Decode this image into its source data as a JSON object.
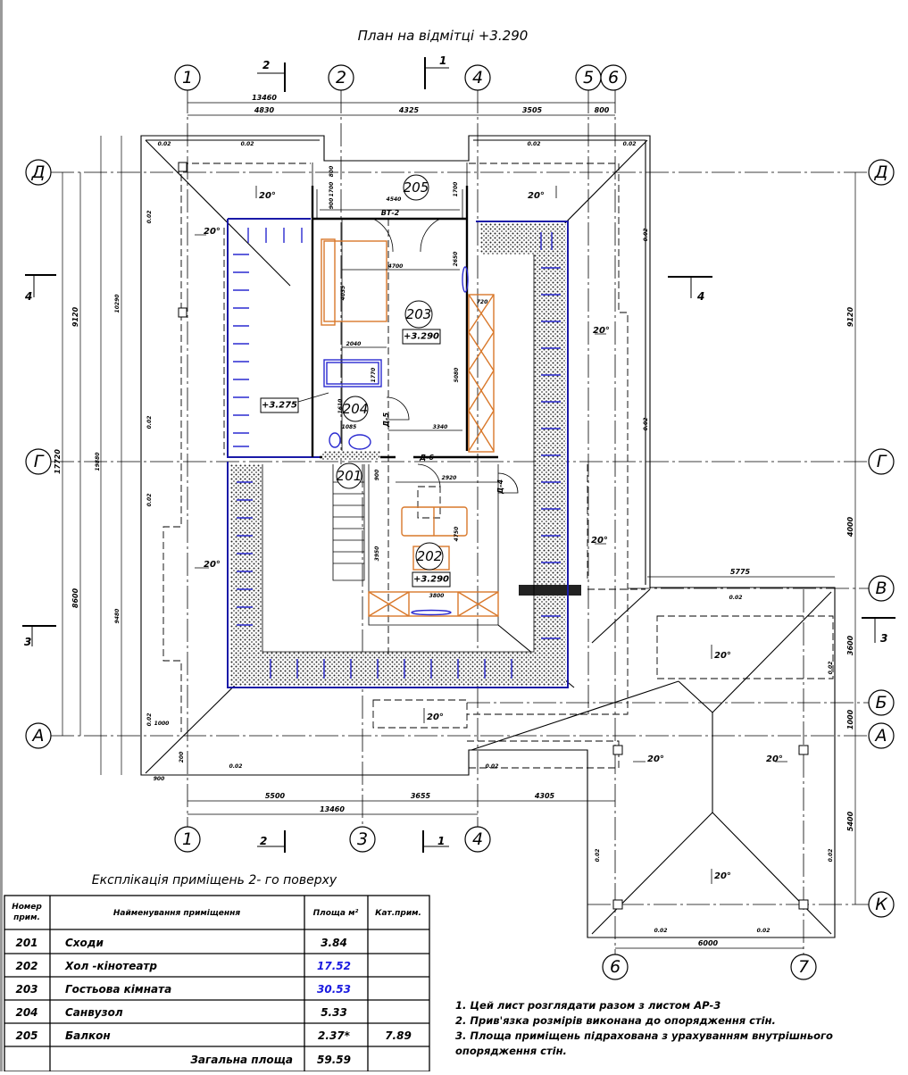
{
  "title": "План на відмітці +3.290",
  "axes": {
    "v1": "1",
    "v2": "2",
    "v3": "3",
    "v4": "4",
    "v5": "5",
    "v6": "6",
    "v7": "7",
    "hD": "Д",
    "hG": "Г",
    "hV": "В",
    "hB": "Б",
    "hA": "А",
    "hK": "К"
  },
  "sections": {
    "s1": "1",
    "s2": "2",
    "s3": "3",
    "s4": "4"
  },
  "dims": {
    "top_total": "13460",
    "top_1_2": "4830",
    "top_2_4": "4325",
    "top_4_5": "3505",
    "top_5_6": "800",
    "bot_total": "13460",
    "bot_1_3": "5500",
    "bot_3_4": "3655",
    "bot_4_6": "4305",
    "left_D_G": "9120",
    "left_G_A": "8600",
    "left_total": "17720",
    "left_outer_top": "10290",
    "left_outer_total": "19880",
    "left_outer_bot": "9480",
    "left_1000": "1000",
    "left_900": "900",
    "left_200": "200",
    "right_D_G": "9120",
    "right_G_V": "4000",
    "right_V_B": "3600",
    "right_B_A": "1000",
    "right_A_K": "5400",
    "ext_top": "5775",
    "ext_bot": "6000",
    "balcony_w": "4540",
    "balcony_h1": "1700",
    "balcony_h2": "1700",
    "balcony_s1": "800",
    "balcony_s2": "900",
    "r203_w": "4700",
    "r203_bed": "4035",
    "r203_2650": "2650",
    "r203_720": "720",
    "r203_2040": "2040",
    "r203_5080": "5080",
    "r203_3340": "3340",
    "r204_1770": "1770",
    "r204_1085": "1085",
    "r204_1610": "1610",
    "r201_900": "900",
    "r202_2920": "2920",
    "r202_3950": "3950",
    "r202_4750": "4750",
    "r202_3800": "3800"
  },
  "doors": {
    "bt2": "ВТ-2",
    "d5": "Д-5",
    "d6": "Д-6",
    "d4": "Д-4"
  },
  "rooms": {
    "r201": "201",
    "r202": "202",
    "r203": "203",
    "r204": "204",
    "r205": "205"
  },
  "levels": {
    "l203": "+3.290",
    "l202": "+3.290",
    "l_attic": "+3.275"
  },
  "slope": "20°",
  "gutter": "0.02",
  "table": {
    "title": "Експлікація приміщень  2- го поверху",
    "headers": {
      "num": [
        "Номер",
        "прим."
      ],
      "name": "Найменування приміщення",
      "area": "Площа м²",
      "cat": "Кат.прим."
    },
    "rows": [
      {
        "num": "201",
        "name": "Сходи",
        "area": "3.84",
        "cat": ""
      },
      {
        "num": "202",
        "name": "Хол -кінотеатр",
        "area": "17.52",
        "cat": ""
      },
      {
        "num": "203",
        "name": "Гостьова  кімната",
        "area": "30.53",
        "cat": ""
      },
      {
        "num": "204",
        "name": "Санвузол",
        "area": "5.33",
        "cat": ""
      },
      {
        "num": "205",
        "name": "Балкон",
        "area": "2.37*",
        "cat": "7.89"
      }
    ],
    "total_label": "Загальна  площа",
    "total_value": "59.59",
    "blue_value_color": "#1a1ae0"
  },
  "notes": [
    "1.  Цей лист розглядати разом з листом АР-3",
    "2.  Прив'язка розмірів виконана до опорядження стін.",
    "3.  Площа приміщень підрахована з урахуванням внутрішнього",
    "опорядження стін."
  ]
}
